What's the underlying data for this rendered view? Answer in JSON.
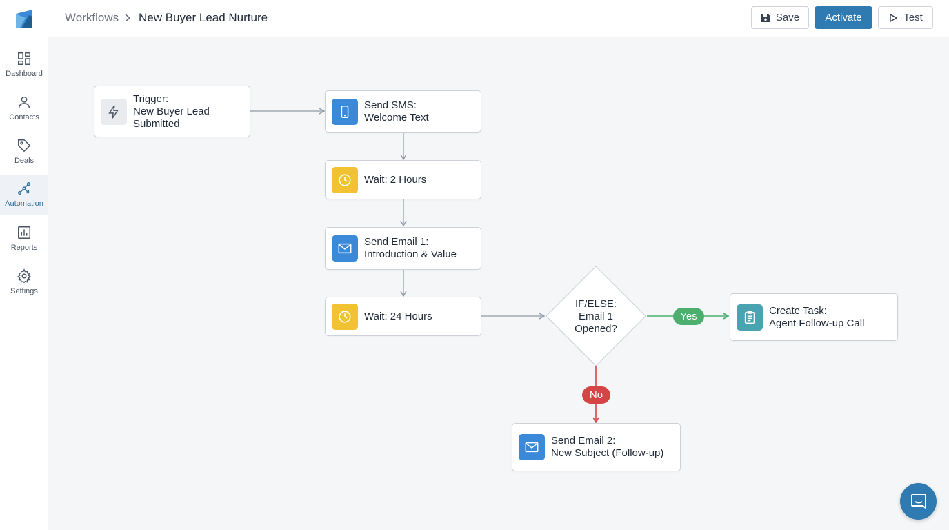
{
  "header": {
    "breadcrumb_root": "Workflows",
    "breadcrumb_current": "New Buyer Lead Nurture",
    "save_label": "Save",
    "activate_label": "Activate",
    "test_label": "Test"
  },
  "sidebar": {
    "items": [
      {
        "label": "Dashboard",
        "icon": "dashboard-icon"
      },
      {
        "label": "Contacts",
        "icon": "person-icon"
      },
      {
        "label": "Deals",
        "icon": "tag-icon"
      },
      {
        "label": "Automation",
        "icon": "automation-icon",
        "active": true
      },
      {
        "label": "Reports",
        "icon": "bar-chart-icon"
      },
      {
        "label": "Settings",
        "icon": "gear-icon"
      }
    ]
  },
  "workflow": {
    "trigger": {
      "line1": "Trigger:",
      "line2": "New Buyer Lead",
      "line3": "Submitted",
      "icon": "lightning-icon"
    },
    "sms": {
      "line1": "Send SMS:",
      "line2": "Welcome Text",
      "icon": "phone-icon"
    },
    "wait1": {
      "line1": "Wait: 2 Hours",
      "icon": "clock-icon"
    },
    "email1": {
      "line1": "Send Email 1:",
      "line2": "Introduction & Value",
      "icon": "mail-icon"
    },
    "wait2": {
      "line1": "Wait: 24 Hours",
      "icon": "clock-icon"
    },
    "condition": {
      "line1": "IF/ELSE:",
      "line2": "Email 1",
      "line3": "Opened?"
    },
    "yes_label": "Yes",
    "no_label": "No",
    "task": {
      "line1": "Create Task:",
      "line2": "Agent Follow-up Call",
      "icon": "clipboard-icon"
    },
    "email2": {
      "line1": "Send Email 2:",
      "line2": "New Subject (Follow-up)",
      "icon": "mail-icon"
    }
  },
  "colors": {
    "accent": "#2f7ab0",
    "yes": "#4caf6e",
    "no": "#d64545",
    "connector": "#8e99a6"
  }
}
